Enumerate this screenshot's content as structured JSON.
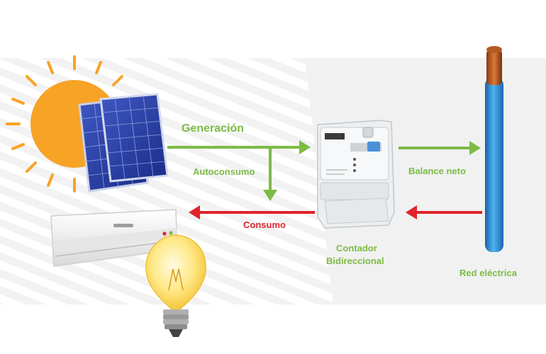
{
  "colors": {
    "generation": "#7dbb45",
    "consumption": "#e0232b",
    "sun": "#f7a326",
    "cable": "#2f8fd2",
    "background_band": "#f1f1f1"
  },
  "icons": {
    "sun": "sun-icon",
    "panels": "solar-panel-icon",
    "meter": "bidirectional-meter-icon",
    "cable": "grid-cable-icon",
    "air_conditioner": "air-conditioner-icon",
    "bulb": "light-bulb-icon"
  },
  "flows": {
    "generation": "Generación",
    "self_consumption": "Autoconsumo",
    "consumption": "Consumo",
    "net_balance": "Balance neto"
  },
  "nodes": {
    "meter_line1": "Contador",
    "meter_line2": "Bidireccional",
    "grid": "Red eléctrica"
  }
}
